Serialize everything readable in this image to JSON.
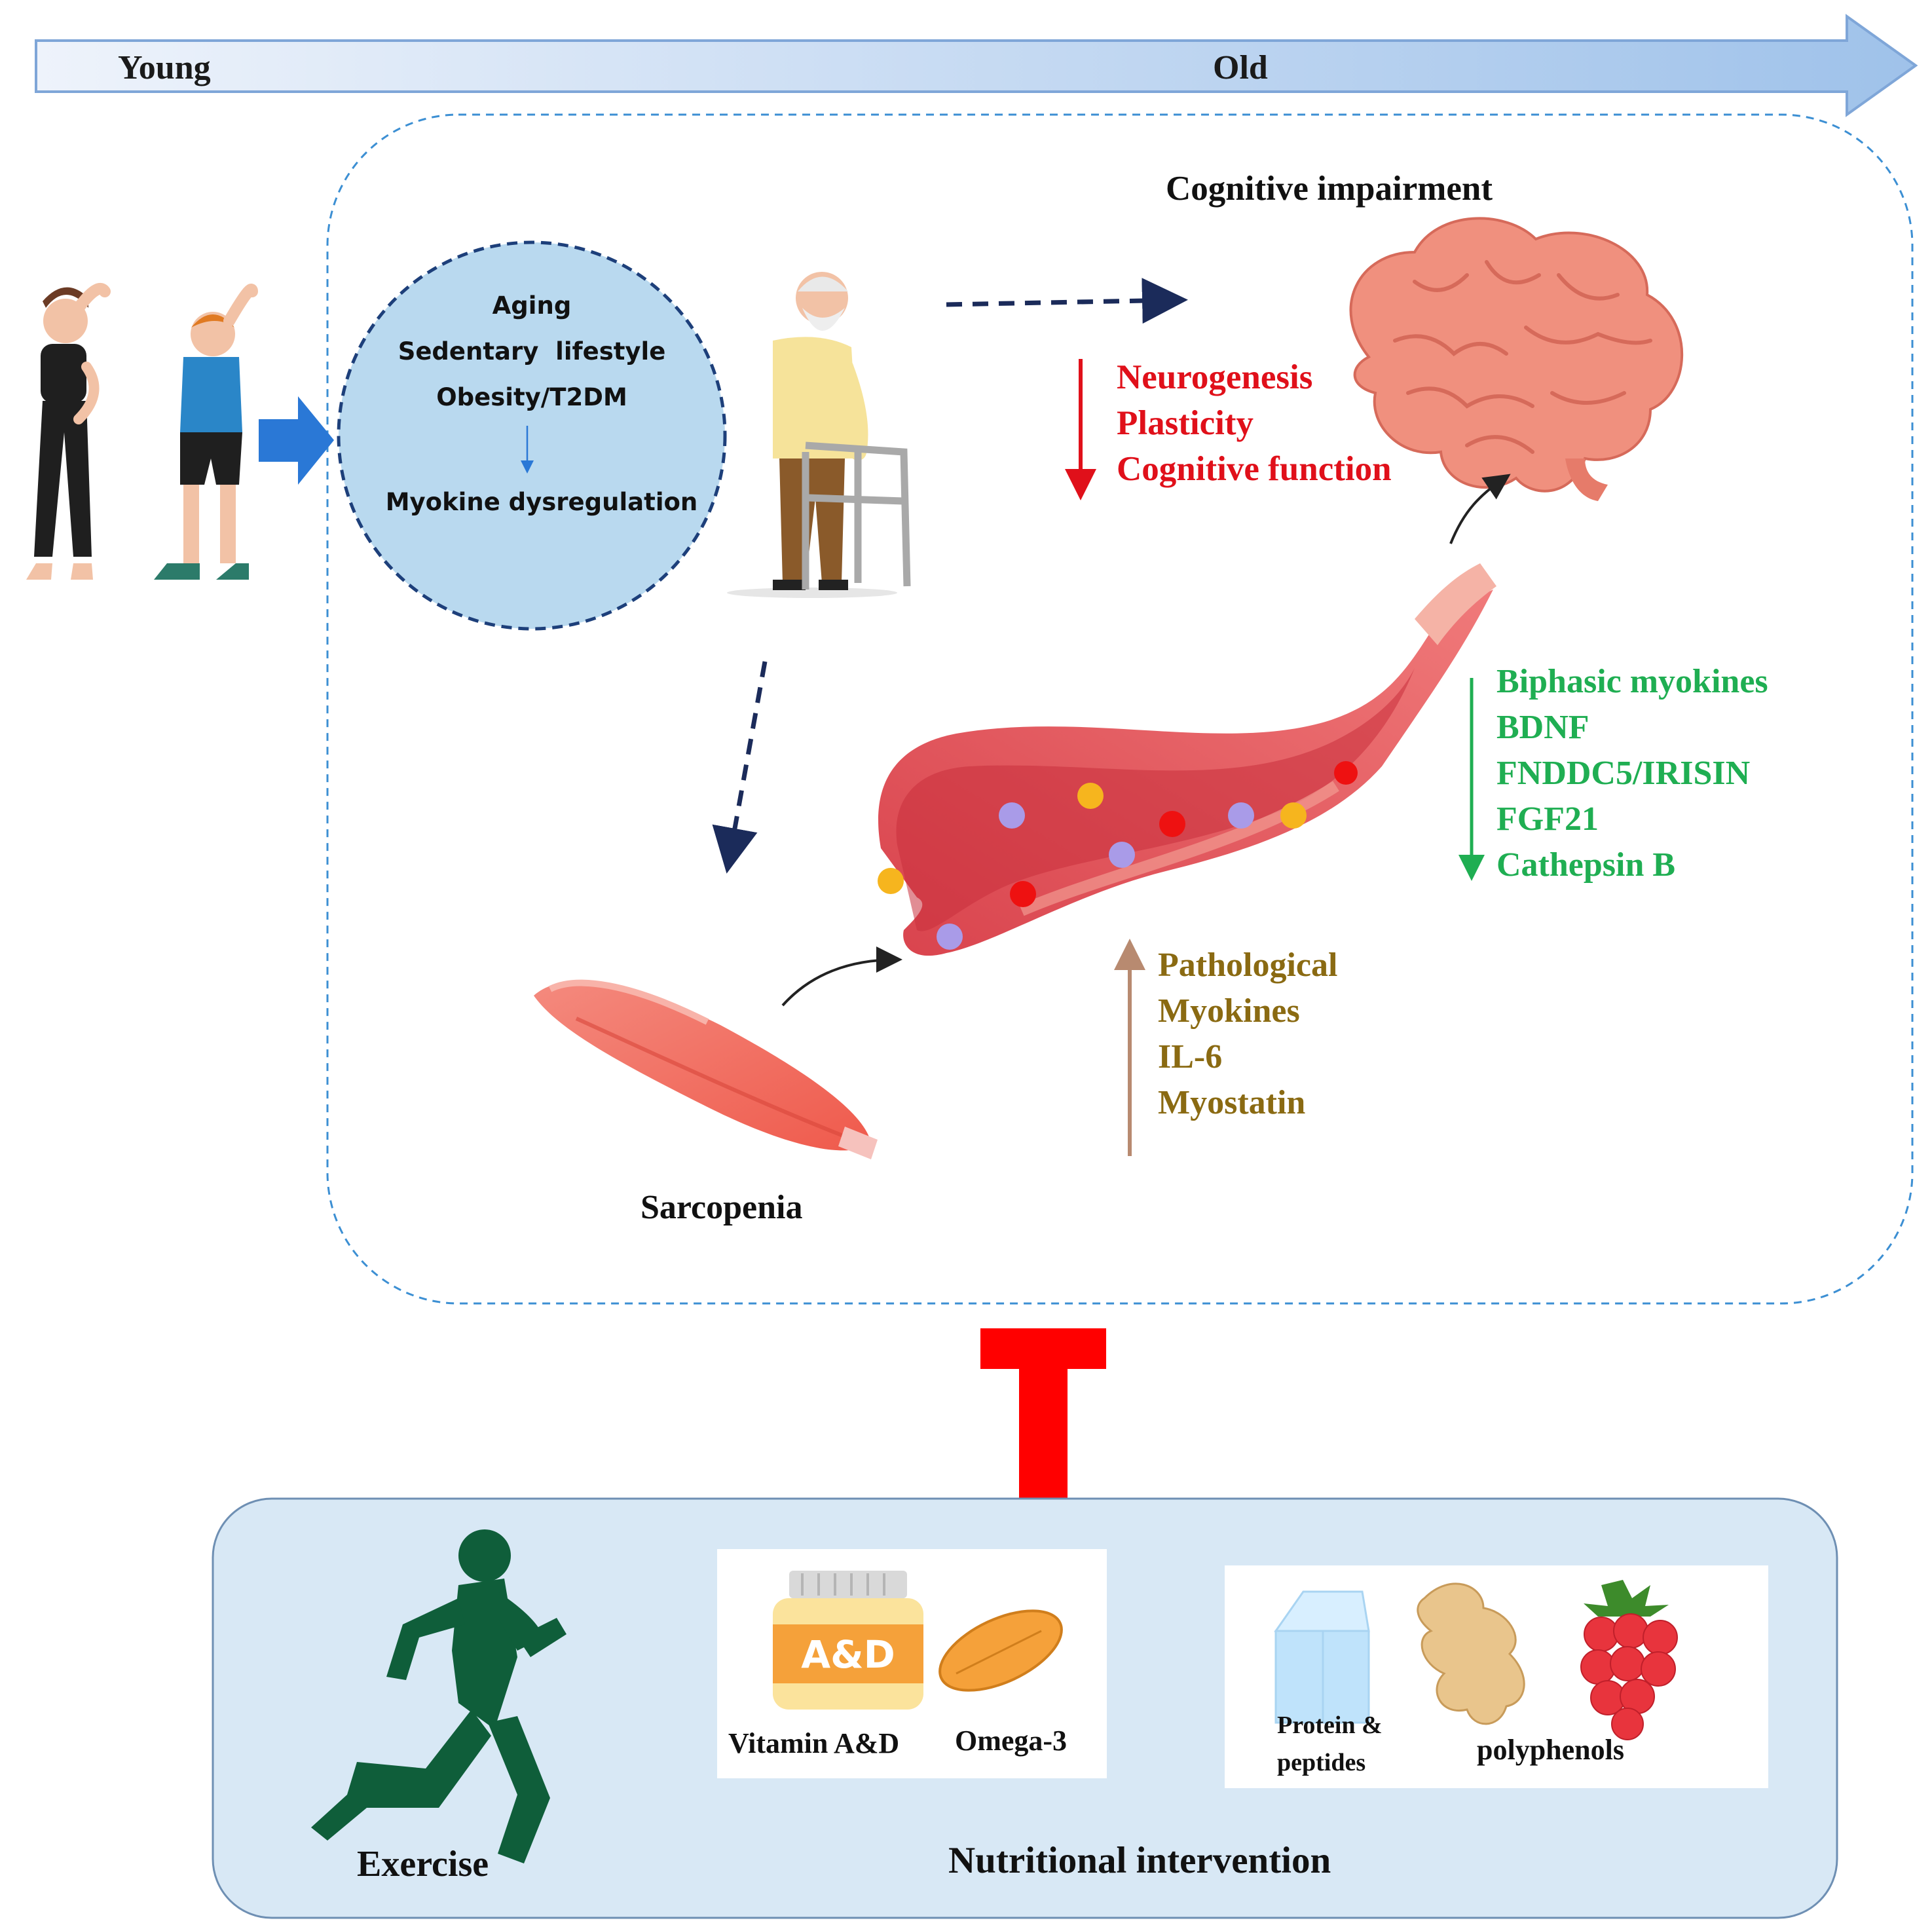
{
  "timeline": {
    "start_label": "Young",
    "end_label": "Old"
  },
  "risk_factors": {
    "items": [
      "Aging",
      "Sedentary  lifestyle",
      "Obesity/T2DM"
    ],
    "result": "Myokine dysregulation"
  },
  "cognitive": {
    "title": "Cognitive impairment",
    "decreased": [
      "Neurogenesis",
      "Plasticity",
      "Cognitive function"
    ]
  },
  "beneficial_myokines": [
    "Biphasic myokines",
    "BDNF",
    "FNDDC5/IRISIN",
    "FGF21",
    "Cathepsin B"
  ],
  "pathological_myokines": [
    "Pathological",
    "Myokines",
    "IL-6",
    "Myostatin"
  ],
  "sarcopenia_label": "Sarcopenia",
  "interventions": {
    "exercise_label": "Exercise",
    "nutrition_label": "Nutritional intervention",
    "supplement_badge": "A&D",
    "vitamin_label": "Vitamin A&D",
    "omega_label": "Omega-3",
    "protein_label_line1": "Protein &",
    "protein_label_line2": "peptides",
    "polyphenol_label": "polyphenols"
  },
  "colors": {
    "decrease": "#e0101a",
    "beneficial": "#1fae52",
    "pathological": "#8a6a12",
    "inhibit_bar": "#ff0000",
    "risk_circle": "#b9d9ef",
    "intervention_box": "#d8e8f5"
  }
}
